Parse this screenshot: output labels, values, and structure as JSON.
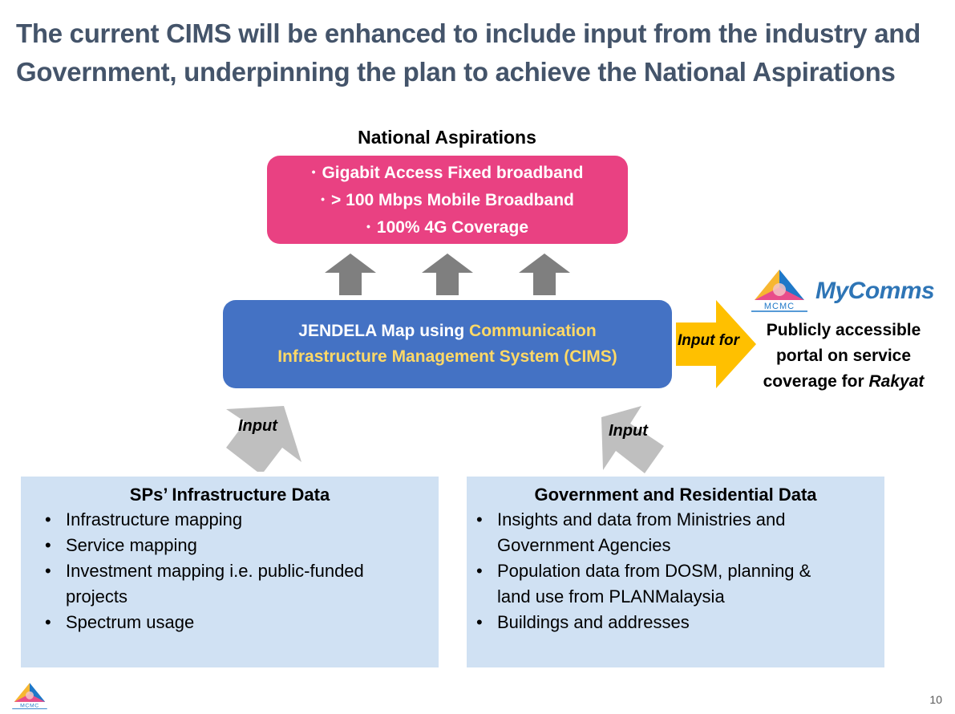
{
  "slide": {
    "title": "The current CIMS will be enhanced to include input from the industry and Government, underpinning the plan to achieve the National Aspirations",
    "page_number": "10"
  },
  "national_aspirations": {
    "heading": "National Aspirations",
    "bullet": "•",
    "items": [
      "Gigabit Access Fixed broadband",
      "> 100 Mbps Mobile Broadband",
      "100% 4G Coverage"
    ],
    "color": "#e94182"
  },
  "cims_box": {
    "prefix": "JENDELA Map using ",
    "highlight_line1": "Communication",
    "highlight_line2": "Infrastructure Management System (CIMS)",
    "color": "#4472c4",
    "highlight_color": "#ffd966"
  },
  "output_arrow": {
    "label": "Input for",
    "color": "#ffc000"
  },
  "mycomms": {
    "logo_text": "MCMC",
    "brand": "MyComms",
    "description_line1": "Publicly accessible",
    "description_line2": "portal on service",
    "description_line3_prefix": "coverage for ",
    "description_line3_italic": "Rakyat"
  },
  "input_arrows": {
    "left_label": "Input",
    "right_label": "Input",
    "color": "#bfbfbf"
  },
  "sp_data": {
    "heading": "SPs’ Infrastructure Data",
    "items": [
      "Infrastructure mapping",
      "Service mapping",
      "Investment mapping i.e. public-funded projects",
      "Spectrum usage"
    ]
  },
  "gov_data": {
    "heading": "Government and Residential Data",
    "items": [
      "Insights and data from Ministries and Government Agencies",
      "Population data from DOSM, planning & land use from PLANMalaysia",
      "Buildings and addresses"
    ]
  },
  "footer": {
    "logo_text": "MCMC"
  }
}
